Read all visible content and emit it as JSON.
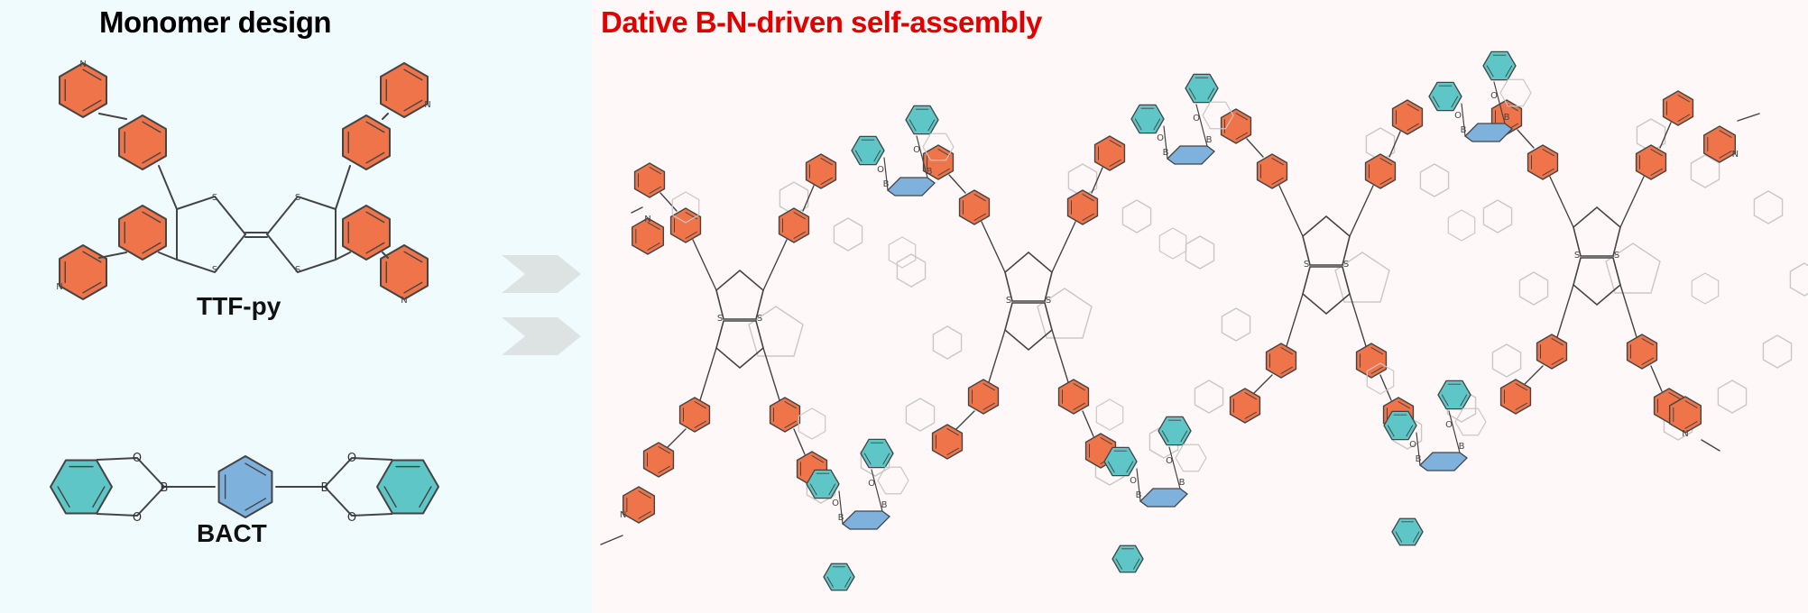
{
  "titles": {
    "left": "Monomer design",
    "right": "Dative B-N-driven self-assembly"
  },
  "monomers": {
    "ttf_label": "TTF-py",
    "bact_label": "BACT"
  },
  "atoms": {
    "N": "N",
    "S": "S",
    "B": "B",
    "O": "O"
  },
  "colors": {
    "pyridine": "#f07449",
    "benzene_blue": "#7eb2dc",
    "catechol": "#5ec6c6",
    "bond": "#444444",
    "faint": "#c8c8c8",
    "title_red": "#e10000",
    "arrow": "#dde3e3"
  },
  "icons": {
    "arrow": "double-chevron-arrow-icon"
  }
}
